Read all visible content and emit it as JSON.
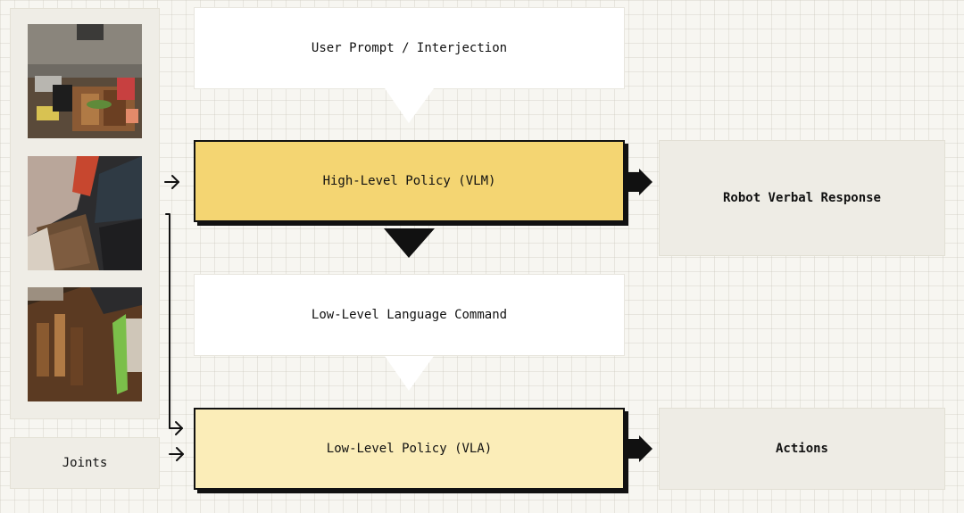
{
  "diagram": {
    "user_prompt": "User Prompt / Interjection",
    "high_level_policy": "High-Level Policy (VLM)",
    "low_level_command": "Low-Level Language Command",
    "low_level_policy": "Low-Level Policy (VLA)",
    "robot_response": "Robot Verbal Response",
    "actions": "Actions",
    "joints": "Joints"
  },
  "colors": {
    "high_level_fill": "#f4d572",
    "low_level_fill": "#fbedb8",
    "arrow_white": "#ffffff",
    "arrow_black": "#111111"
  }
}
